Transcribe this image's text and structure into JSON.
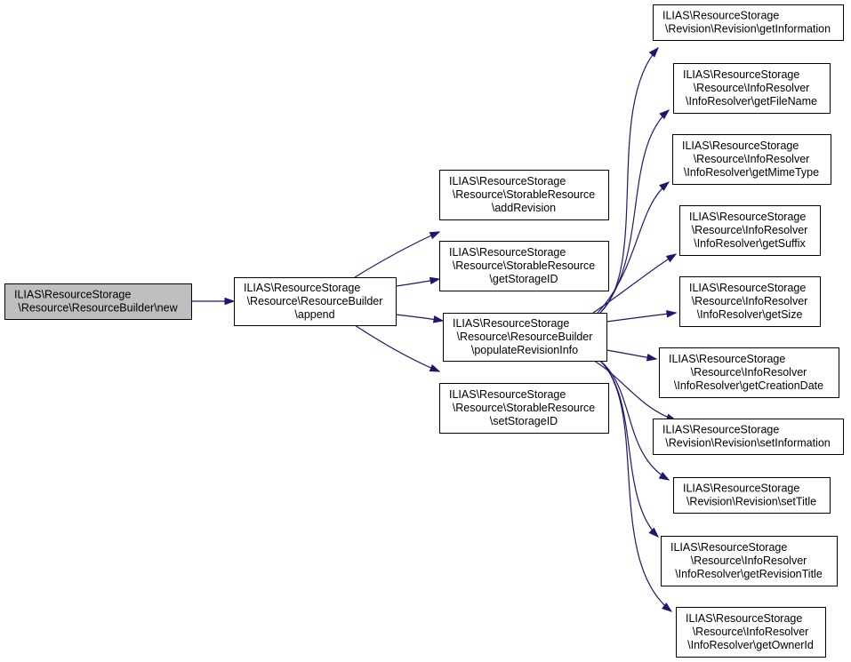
{
  "graph": {
    "nodes": [
      {
        "id": "new",
        "lines": [
          "ILIAS\\ResourceStorage",
          "\\Resource\\ResourceBuilder\\new"
        ],
        "highlight": true
      },
      {
        "id": "append",
        "lines": [
          "ILIAS\\ResourceStorage",
          "\\Resource\\ResourceBuilder",
          "\\append"
        ]
      },
      {
        "id": "addRevision",
        "lines": [
          "ILIAS\\ResourceStorage",
          "\\Resource\\StorableResource",
          "\\addRevision"
        ]
      },
      {
        "id": "getStorageID",
        "lines": [
          "ILIAS\\ResourceStorage",
          "\\Resource\\StorableResource",
          "\\getStorageID"
        ]
      },
      {
        "id": "populateRevisionInfo",
        "lines": [
          "ILIAS\\ResourceStorage",
          "\\Resource\\ResourceBuilder",
          "\\populateRevisionInfo"
        ]
      },
      {
        "id": "setStorageID",
        "lines": [
          "ILIAS\\ResourceStorage",
          "\\Resource\\StorableResource",
          "\\setStorageID"
        ]
      },
      {
        "id": "getInformation",
        "lines": [
          "ILIAS\\ResourceStorage",
          "\\Revision\\Revision\\getInformation"
        ]
      },
      {
        "id": "getFileName",
        "lines": [
          "ILIAS\\ResourceStorage",
          "\\Resource\\InfoResolver",
          "\\InfoResolver\\getFileName"
        ]
      },
      {
        "id": "getMimeType",
        "lines": [
          "ILIAS\\ResourceStorage",
          "\\Resource\\InfoResolver",
          "\\InfoResolver\\getMimeType"
        ]
      },
      {
        "id": "getSuffix",
        "lines": [
          "ILIAS\\ResourceStorage",
          "\\Resource\\InfoResolver",
          "\\InfoResolver\\getSuffix"
        ]
      },
      {
        "id": "getSize",
        "lines": [
          "ILIAS\\ResourceStorage",
          "\\Resource\\InfoResolver",
          "\\InfoResolver\\getSize"
        ]
      },
      {
        "id": "getCreationDate",
        "lines": [
          "ILIAS\\ResourceStorage",
          "\\Resource\\InfoResolver",
          "\\InfoResolver\\getCreationDate"
        ]
      },
      {
        "id": "setInformation",
        "lines": [
          "ILIAS\\ResourceStorage",
          "\\Revision\\Revision\\setInformation"
        ]
      },
      {
        "id": "setTitle",
        "lines": [
          "ILIAS\\ResourceStorage",
          "\\Revision\\Revision\\setTitle"
        ]
      },
      {
        "id": "getRevisionTitle",
        "lines": [
          "ILIAS\\ResourceStorage",
          "\\Resource\\InfoResolver",
          "\\InfoResolver\\getRevisionTitle"
        ]
      },
      {
        "id": "getOwnerId",
        "lines": [
          "ILIAS\\ResourceStorage",
          "\\Resource\\InfoResolver",
          "\\InfoResolver\\getOwnerId"
        ]
      }
    ],
    "edges": [
      {
        "from": "new",
        "to": "append"
      },
      {
        "from": "append",
        "to": "addRevision"
      },
      {
        "from": "append",
        "to": "getStorageID"
      },
      {
        "from": "append",
        "to": "populateRevisionInfo"
      },
      {
        "from": "append",
        "to": "setStorageID"
      },
      {
        "from": "populateRevisionInfo",
        "to": "getInformation"
      },
      {
        "from": "populateRevisionInfo",
        "to": "getFileName"
      },
      {
        "from": "populateRevisionInfo",
        "to": "getMimeType"
      },
      {
        "from": "populateRevisionInfo",
        "to": "getSuffix"
      },
      {
        "from": "populateRevisionInfo",
        "to": "getSize"
      },
      {
        "from": "populateRevisionInfo",
        "to": "getCreationDate"
      },
      {
        "from": "populateRevisionInfo",
        "to": "setInformation"
      },
      {
        "from": "populateRevisionInfo",
        "to": "setTitle"
      },
      {
        "from": "populateRevisionInfo",
        "to": "getRevisionTitle"
      },
      {
        "from": "populateRevisionInfo",
        "to": "getOwnerId"
      }
    ],
    "colors": {
      "edge": "#191970",
      "node_border": "#000000",
      "node_fill": "#ffffff",
      "highlight_fill": "#bfbfbf"
    }
  }
}
